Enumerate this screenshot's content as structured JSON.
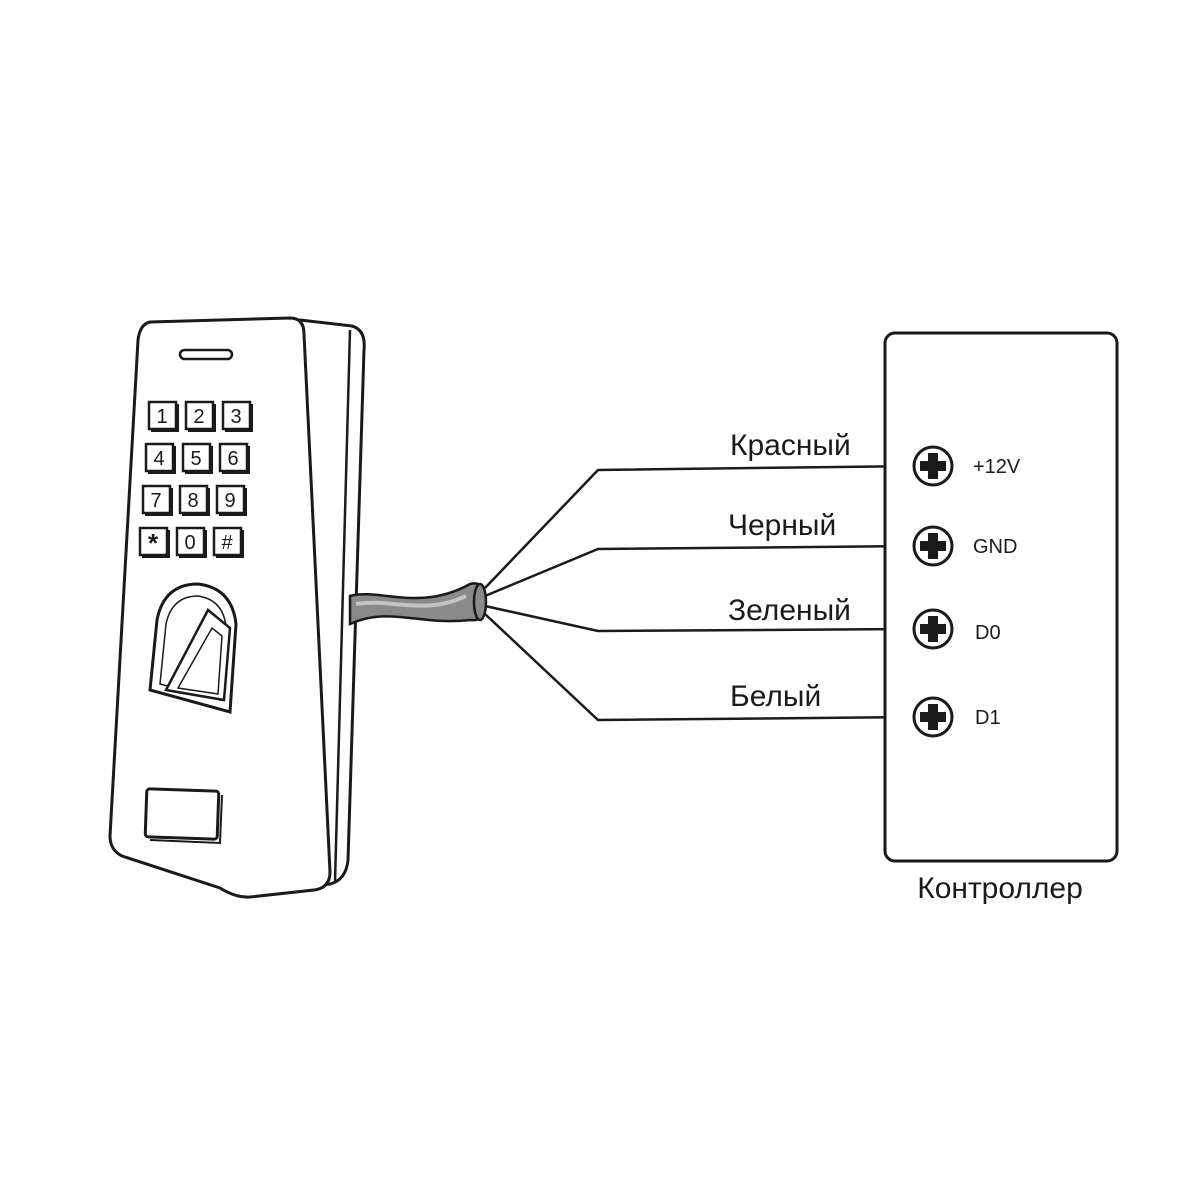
{
  "keypad": {
    "keys": [
      "1",
      "2",
      "3",
      "4",
      "5",
      "6",
      "7",
      "8",
      "9",
      "*",
      "0",
      "#"
    ]
  },
  "wires": [
    {
      "color_name": "Красный",
      "terminal": "+12V"
    },
    {
      "color_name": "Черный",
      "terminal": "GND"
    },
    {
      "color_name": "Зеленый",
      "terminal": "D0"
    },
    {
      "color_name": "Белый",
      "terminal": "D1"
    }
  ],
  "controller": {
    "label": "Контроллер"
  },
  "colors": {
    "stroke": "#1a1a1a",
    "cable": "#8a8a8a",
    "background": "#ffffff"
  }
}
